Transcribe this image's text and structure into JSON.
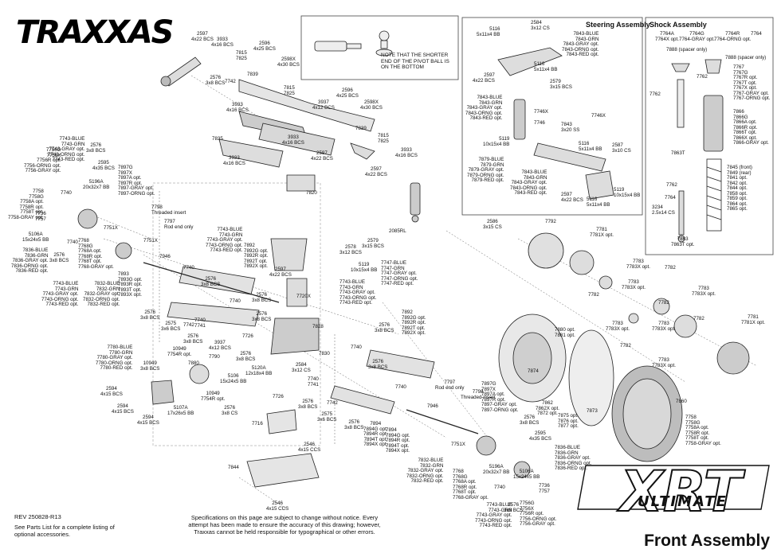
{
  "brand": "TRAXXAS",
  "title": "Front Assembly",
  "model_logo": "XRT",
  "model_logo_sub": "ULTIMATE",
  "revision": "REV 250828-R13",
  "parts_note": "See Parts List for a complete listing of optional accessories.",
  "disclaimer": "Specifications on this page are subject to change without notice. Every attempt has been made to ensure the accuracy of this drawing; however, Traxxas cannot be held responsible for typographical or other errors.",
  "pivot_note": "NOTE THAT THE SHORTER END OF THE PIVOT BALL IS ON THE BOTTOM",
  "steering": {
    "title": "Steering Assembly",
    "labels": {
      "l5116a": "5116\n5x11x4 BB",
      "l2584": "2584\n3x12 CS",
      "l7843a": "7843-BLUE\n7843-GRN\n7843-GRAY opt.\n7843-ORNG opt.\n7843-RED opt.",
      "l5116b": "5116\n5x11x4 BB",
      "l2597": "2597\n4x22 BCS",
      "l2579": "2579\n3x15 BCS",
      "l7843b": "7843-BLUE\n7843-GRN\n7843-GRAY opt.\n7843-ORNG opt.\n7843-RED opt.",
      "l7746x": "7746X",
      "l7746": "7746",
      "l7843c": "7843\n3x20 SS",
      "l5119": "5119\n10x15x4 BB",
      "l5116c": "5116\n5x11x4 BB",
      "l2587": "2587\n3x10 CS",
      "l7879": "7879-BLUE\n7879-GRN\n7879-GRAY opt.\n7879-ORNG opt.\n7879-RED opt.",
      "l7843d": "7843-BLUE\n7843-GRN\n7843-GRAY opt.\n7843-ORNG opt.\n7843-RED opt.",
      "l2597b": "2597\n4x22 BCS",
      "l5116d": "5116\n5x11x4 BB",
      "l5119b": "5119\n10x15x4 BB"
    }
  },
  "shock": {
    "title": "Shock Assembly",
    "labels": {
      "l7764a": "7764A\n7764X opt.",
      "l7764g": "7764G\n7764-GRAY opt.",
      "l7764r": "7764R\n7764-ORNG opt.",
      "l7764": "7764",
      "l7888a": "7888 (spacer only)",
      "l7888b": "7888 (spacer only)",
      "l7762a": "7762",
      "l7767": "7767\n7767G\n7767R opt.\n7767T opt.\n7767X opt.\n7767-GRAY opt.\n7767-ORNG opt.",
      "l7762b": "7762",
      "l7866": "7866\n7866G\n7866A opt.\n7866R opt.\n7866T opt.\n7866X opt.\n7866-GRAY opt.",
      "l7863t": "7863T",
      "l7845": "7845 (front)\n7849 (rear)\n7841 opt.\n7842 opt.\n7844 opt.\n7858 opt.\n7859 opt.\n7864 opt.\n7865 opt.",
      "l3234": "3234\n2.5x14 CS",
      "l7762c": "7762",
      "l7863": "7863\n7863T opt."
    }
  },
  "labels": {
    "a2597": "2597\n4x22 BCS",
    "a3933": "3933\n4x16 BCS",
    "a2596": "2596\n4x25 BCS",
    "a7815": "7815\n7825",
    "a2598x": "2598X\n4x30 BCS",
    "a2576": "2576\n3x8 BCS",
    "a7839": "7839",
    "a7742": "7742",
    "a7815b": "7815\n7825",
    "a3933b": "3933\n4x16 BCS",
    "a3937": "3937\n4x12 BCS",
    "a2596b": "2596\n4x25 BCS",
    "a2598xb": "2598X\n4x30 BCS",
    "a7839b": "7839",
    "a7835": "7835",
    "a3933c": "3933\n4x16 BCS",
    "a2597b": "2597\n4x22 BCS",
    "a3933d": "3933\n4x16 BCS",
    "a7815c": "7815\n7825",
    "a3933e": "3933\n4x16 BCS",
    "a2597c": "2597\n4x22 BCS",
    "a7820": "7820",
    "a7743": "7743-BLUE\n7743-GRN\n7743-GRAY opt.\n7743-ORNG opt.\n7743-RED opt.",
    "a7756": "7756G\n7756X\n7756R opt.\n7756-ORNG opt.\n7756-GRAY opt.",
    "a2576b": "2576\n3x8 BCS",
    "a2595": "2595\n4x35 BCS",
    "a7897": "7897G\n7897X\n7897A opt.\n7897R opt.\n7897-GRAY opt.\n7897-ORNG opt.",
    "a7740": "7740",
    "a5196a": "5196A\n20x32x7 BB",
    "a7758": "7758\n7758G\n7758A opt.\n7758R opt.\n7758T opt.\n7758-GRAY opt.",
    "a7736": "7736\n7757",
    "a7798": "7798\nThreaded insert",
    "a7797": "7797\nRod end only",
    "a7751x": "7751X",
    "a5106a": "5106A\n15x24x5 BB",
    "a7740b": "7740",
    "a7768": "7768\n7768G\n7768A opt.\n7768R opt.\n7768T opt.\n7768-GRAY opt.",
    "a7751xb": "7751X",
    "a7946": "7946",
    "a7836": "7836-BLUE\n7836-GRN\n7836-GRAY opt.\n7836-ORNG opt.\n7836-RED opt.",
    "a2576c": "2576\n3x8 BCS",
    "a7743b": "7743-BLUE\n7743-GRN\n7743-GRAY opt.\n7743-ORNG opt.\n7743-RED opt.",
    "a7832": "7832-BLUE\n7832-GRN\n7832-GRAY opt.\n7832-ORNG opt.\n7832-RED opt.",
    "a7893": "7893\n7893G opt.\n7893R opt.\n7893T opt.\n7893X opt.",
    "a7743c": "7743-BLUE\n7743-GRN\n7743-GRAY opt.\n7743-ORNG opt.\n7743-RED opt.",
    "a7892": "7892\n7892G opt.\n7892R opt.\n7892T opt.\n7892X opt.",
    "a2597d": "2597\n4x22 BCS",
    "a2576d": "2576\n3x8 BCS",
    "a2576e": "2576\n3x8 BCS",
    "a7740c": "7740",
    "a7720x": "7720X",
    "a7740d": "7740",
    "a2576f": "2576\n3x8 BCS",
    "a2575": "2575\n3x6 BCS",
    "a7742b": "7742",
    "a7740e": "7740\n7741",
    "a2576g": "2576\n3x8 BCS",
    "a2576h": "2576\n3x8 BCS",
    "a7828": "7828",
    "a7726": "7726",
    "a3937b": "3937\n4x12 BCS",
    "a2576i": "2576\n3x8 BCS",
    "a7780": "7780-BLUE\n7780-GRN\n7780-GRAY opt.\n7780-ORNG opt.\n7780-RED opt.",
    "a10949": "10949\n7754R opt.",
    "a10949b": "10949\n3x8 BCS",
    "a7880": "7880",
    "a7790": "7790",
    "a5106": "5106\n15x24x5 BB",
    "a5120a": "5120A\n12x18x4 BB",
    "a2584": "2584\n3x12 CS",
    "a7830": "7830",
    "a2594": "2594\n4x15 BCS",
    "a2594b": "2594\n4x15 BCS",
    "a2594c": "2594\n4x15 BCS",
    "a10949c": "10949\n7754R opt.",
    "a5107a": "5107A\n17x26x5 BB",
    "a2576j": "2576\n3x8 CS",
    "a7726b": "7726",
    "a7716": "7716",
    "a2546": "2546\n4x15 CCS",
    "a7844": "7844",
    "a2546b": "2546\n4x15 CCS",
    "a2586": "2586\n3x15 CS",
    "a7792": "7792",
    "a7781": "7781\n7781X opt.",
    "a2578": "2578\n3x12 BCS",
    "a2579": "2579\n3x15 BCS",
    "a2085rl": "2085RL",
    "a5119": "5119\n10x15x4 BB",
    "a7747": "7747-BLUE\n7747-GRN\n7747-GRAY opt.\n7747-ORNG opt.\n7747-RED opt.",
    "a7743d": "7743-BLUE\n7743-GRN\n7743-GRAY opt.\n7743-ORNG opt.\n7743-RED opt.",
    "a7783": "7783\n7783X opt.",
    "a7782": "7782",
    "a7783b": "7783\n7783X opt.",
    "a7783c": "7783\n7783X opt.",
    "a7782b": "7782",
    "a7782c": "7782",
    "a7783d": "7783\n7783X opt.",
    "a7782d": "7782",
    "a7781b": "7781\n7781X opt.",
    "a7783e": "7783\n7783X opt.",
    "a7892b": "7892\n7892G opt.\n7892R opt.\n7892T opt.\n7892X opt.",
    "a2576k": "2576\n3x8 BCS",
    "a7740f": "7740",
    "a7880b": "7880 opt.\n7881 opt.",
    "a7874": "7874",
    "a2576l": "2576\n3x8 BCS",
    "a7740g": "7740\n7741",
    "a7797b": "7797\nRod end only",
    "a7798b": "7798\nThreaded insert",
    "a7897b": "7897G\n7897X\n7897A opt.\n7897R opt.\n7897-GRAY opt.\n7897-ORNG opt.",
    "a7862": "7862\n7862X opt.\n7872 opt.",
    "a7875": "7875 opt.\n7876 opt.\n7877 opt.",
    "a7873": "7873",
    "a7860": "7860",
    "a2576m": "2576\n3x8 BCS",
    "a2576n": "2576\n3x8 BCS",
    "a7742c": "7742",
    "a2575b": "2575\n3x6 BCS",
    "a7894": "7894\n7894G opt.\n7894R opt.\n7894T opt.\n7894X opt.",
    "a7946b": "7946",
    "a2576o": "2576\n3x8 BCS",
    "a2595b": "2595\n4x35 BCS",
    "a7751xc": "7751X",
    "a7836b": "7836-BLUE\n7836-GRN\n7836-GRAY opt.\n7836-ORNG opt.\n7836-RED opt.",
    "a7832b": "7832-BLUE\n7832-GRN\n7832-GRAY opt.\n7832-ORNG opt.\n7832-RED opt.",
    "a7768b": "7768\n7768G\n7768A opt.\n7768R opt.\n7768T opt.\n7768-GRAY opt.",
    "a5196ab": "5196A\n20x32x7 BB",
    "a5106ab": "5106A\n15x24x5 BB",
    "a7736b": "7736\n7757",
    "a7740h": "7740",
    "a7743e": "7743-BLUE\n7743-GRN\n7743-GRAY opt.\n7743-ORNG opt.\n7743-RED opt.",
    "a2576p": "2576\n3x8 BCS",
    "a7756b": "7756G\n7756X\n7756R opt.\n7756-ORNG opt.\n7756-GRAY opt.",
    "a7758b": "7758\n7758G\n7758A opt.\n7758R opt.\n7758T opt.\n7758-GRAY opt."
  }
}
